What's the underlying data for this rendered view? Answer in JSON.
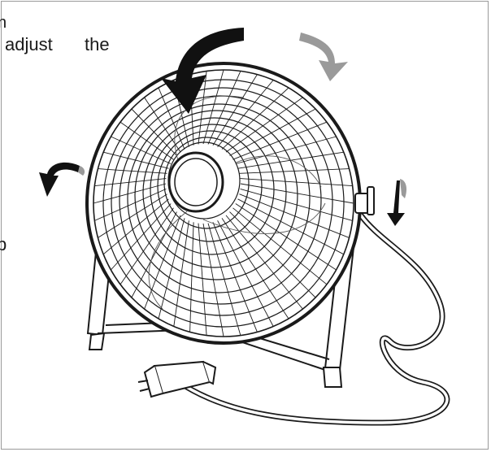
{
  "caption": {
    "top_left_fragment": "n",
    "word_adjust": "adjust",
    "word_the": "the",
    "left_mid_fragment": "p"
  },
  "colors": {
    "line": "#1a1a1a",
    "arrow_dark": "#111111",
    "arrow_grey": "#9a9a9a",
    "frame": "#9a9a9a",
    "background": "#ffffff"
  },
  "icons": {
    "big_arrow": "rotate-down-arrow-icon",
    "grey_arrow": "rotate-back-arrow-icon",
    "left_arrow": "tilt-left-arrow-icon",
    "right_arrow": "tilt-down-arrow-icon",
    "plug": "power-plug-icon"
  }
}
